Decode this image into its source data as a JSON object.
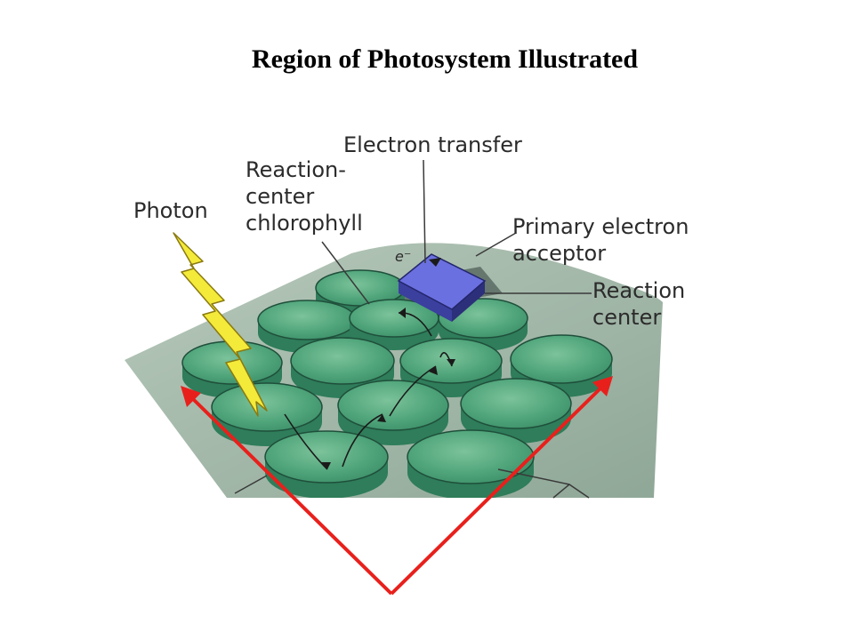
{
  "title": "Region of Photosystem Illustrated",
  "labels": {
    "photon": "Photon",
    "rc_chlorophyll_line1": "Reaction-",
    "rc_chlorophyll_line2": "center",
    "rc_chlorophyll_line3": "chlorophyll",
    "electron_transfer": "Electron transfer",
    "primary_acceptor_line1": "Primary electron",
    "primary_acceptor_line2": "acceptor",
    "reaction_center_line1": "Reaction",
    "reaction_center_line2": "center",
    "electron_symbol": "e⁻"
  },
  "colors": {
    "membrane": "#9fb5a6",
    "disc_top": "#4faa7e",
    "disc_side": "#2f7d5a",
    "acceptor": "#5a5fd0",
    "photon": "#f4ea3a",
    "arrow": "#e8201c"
  }
}
